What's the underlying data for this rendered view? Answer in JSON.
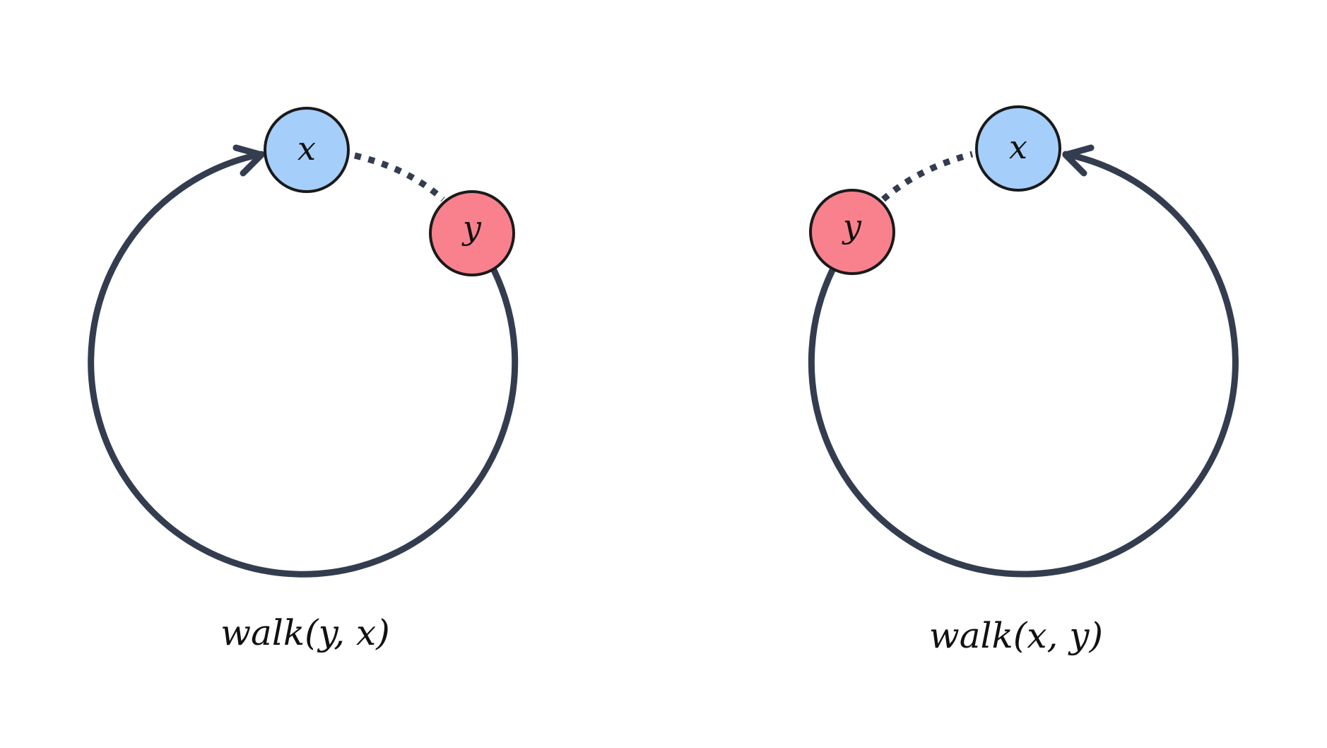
{
  "colors": {
    "stroke": "#333d4f",
    "node_x_fill": "#a5cffa",
    "node_y_fill": "#f9818d",
    "node_border": "#1a1a1a",
    "background": "#ffffff"
  },
  "panels": [
    {
      "caption": "walk(y, x)",
      "nodes": [
        {
          "id": "x",
          "label": "x"
        },
        {
          "id": "y",
          "label": "y"
        }
      ],
      "edges": [
        {
          "from": "y",
          "to": "x",
          "style": "solid",
          "path": "long-arc"
        },
        {
          "from": "x",
          "to": "y",
          "style": "dotted",
          "path": "short-arc"
        }
      ]
    },
    {
      "caption": "walk(x, y)",
      "nodes": [
        {
          "id": "x",
          "label": "x"
        },
        {
          "id": "y",
          "label": "y"
        }
      ],
      "edges": [
        {
          "from": "y",
          "to": "x",
          "style": "solid",
          "path": "long-arc"
        },
        {
          "from": "x",
          "to": "y",
          "style": "dotted",
          "path": "short-arc"
        }
      ]
    }
  ]
}
